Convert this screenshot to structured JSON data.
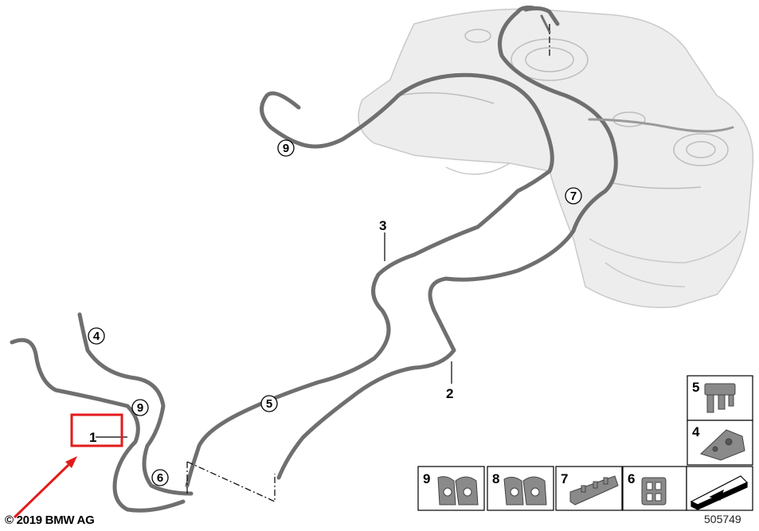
{
  "callouts": {
    "pipe_9_top": "9",
    "pipe_7": "7",
    "pipe_4": "4",
    "pipe_9_left": "9",
    "pipe_5": "5",
    "pipe_6": "6"
  },
  "labels": {
    "item_1": "1",
    "item_2": "2",
    "item_3": "3"
  },
  "legend": {
    "tile_5": "5",
    "tile_4": "4",
    "tile_9": "9",
    "tile_8": "8",
    "tile_7": "7",
    "tile_6": "6"
  },
  "footer": {
    "copyright": "© 2019 BMW AG",
    "diagram_number": "505749"
  },
  "colors": {
    "highlight": "#e31b1b",
    "pipe": "#6f6f6f",
    "tank": "#ededed"
  }
}
